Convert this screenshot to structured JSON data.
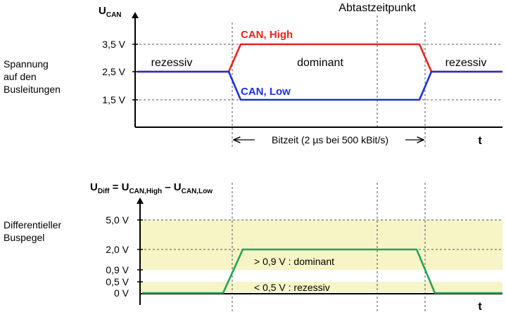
{
  "top": {
    "axis_label_main": "U",
    "axis_label_sub": "CAN",
    "time_label": "t",
    "sample_point": "Abtastzeitpunkt",
    "side_label": [
      "Spannung",
      "auf den",
      "Busleitungen"
    ],
    "ticks": [
      "3,5 V",
      "2,5 V",
      "1,5 V"
    ],
    "recessive_left": "rezessiv",
    "recessive_right": "rezessiv",
    "dominant": "dominant",
    "can_high": "CAN, High",
    "can_low": "CAN, Low",
    "bit_time": "Bitzeit (2 µs bei 500 kBit/s)",
    "colors": {
      "can_high": "#e8231b",
      "can_low": "#1c2fe0"
    }
  },
  "bottom": {
    "eq_u1": "U",
    "eq_s1": "Diff",
    "eq_mid": " = U",
    "eq_s2": "CAN,High",
    "eq_minus": " – U",
    "eq_s3": "CAN,Low",
    "time_label": "t",
    "side_label": [
      "Differentieller",
      "Buspegel"
    ],
    "ticks": [
      "5,0 V",
      "2,0 V",
      "0,9 V",
      "0,5 V",
      "0 V"
    ],
    "dominant_range": "> 0,9 V  : dominant",
    "recessive_range": "< 0,5 V  : rezessiv",
    "colors": {
      "signal": "#22a35a",
      "band": "#f7f4c6"
    }
  }
}
